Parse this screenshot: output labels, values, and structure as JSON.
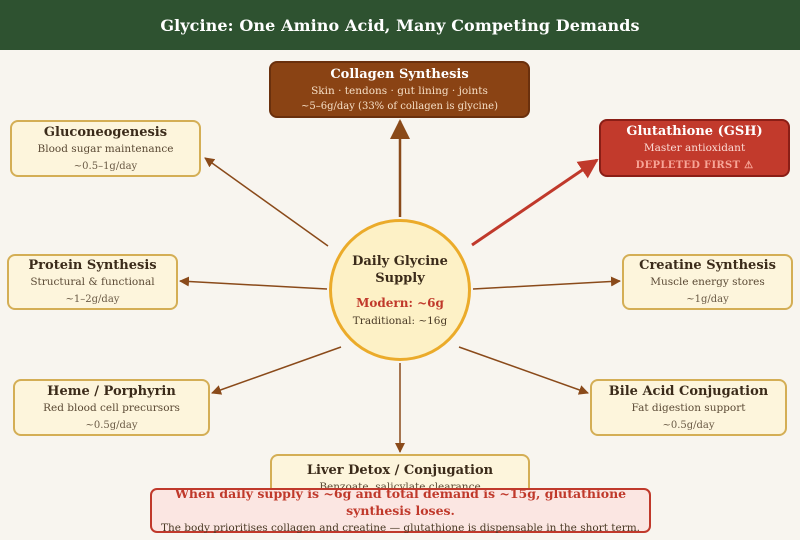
{
  "header": {
    "title": "Glycine: One Amino Acid, Many Competing Demands"
  },
  "hub": {
    "title": "Daily Glycine Supply",
    "modern": "Modern: ~6g",
    "traditional": "Traditional: ~16g"
  },
  "nodes": {
    "collagen": {
      "title": "Collagen Synthesis",
      "subtitle": "Skin · tendons · gut lining · joints",
      "value": "~5–6g/day (33% of collagen is glycine)"
    },
    "gluconeogenesis": {
      "title": "Gluconeogenesis",
      "subtitle": "Blood sugar maintenance",
      "value": "~0.5–1g/day"
    },
    "glutathione": {
      "title": "Glutathione (GSH)",
      "subtitle": "Master antioxidant",
      "value": "DEPLETED FIRST ⚠"
    },
    "protein": {
      "title": "Protein Synthesis",
      "subtitle": "Structural & functional",
      "value": "~1–2g/day"
    },
    "creatine": {
      "title": "Creatine Synthesis",
      "subtitle": "Muscle energy stores",
      "value": "~1g/day"
    },
    "heme": {
      "title": "Heme / Porphyrin",
      "subtitle": "Red blood cell precursors",
      "value": "~0.5g/day"
    },
    "bile": {
      "title": "Bile Acid Conjugation",
      "subtitle": "Fat digestion support",
      "value": "~0.5g/day"
    },
    "liver": {
      "title": "Liver Detox / Conjugation",
      "subtitle": "Benzoate, salicylate clearance"
    }
  },
  "callout": {
    "line1": "When daily supply is ~6g and total demand is ~15g, glutathione synthesis loses.",
    "line2": "The body prioritises collagen and creatine — glutathione is dispensable in the short term."
  },
  "colors": {
    "header_bg": "#2e5230",
    "arrow": "#8a4a1a",
    "alert_red": "#c0392b",
    "collagen_fill": "#8a4314",
    "hub_border": "#ebab2a",
    "node_border": "#d4ae55"
  }
}
